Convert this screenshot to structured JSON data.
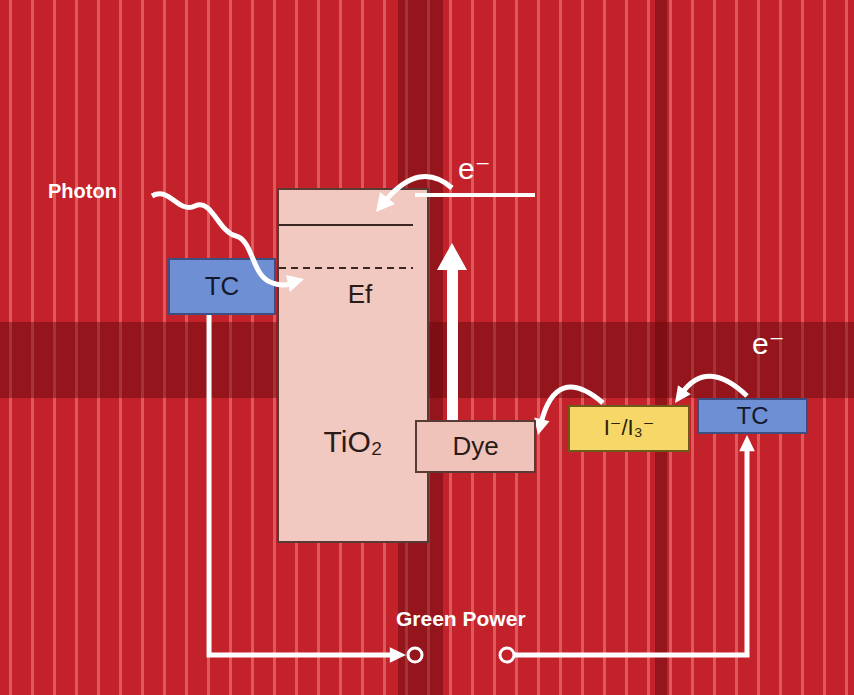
{
  "diagram": {
    "nodes": [
      {
        "text": [
          "TC"
        ]
      },
      {
        "text": [
          "Ef",
          "TiO₂"
        ]
      },
      {
        "text": [
          "Dye"
        ]
      },
      {
        "text": [
          "I⁻/I₃⁻"
        ]
      },
      {
        "text": [
          "TC"
        ]
      }
    ],
    "edges": [
      {
        "from": 3,
        "to": 2,
        "arrow": "to"
      },
      {
        "from": 4,
        "to": 3,
        "arrow": "to"
      },
      {
        "from": 0,
        "to": 4,
        "arrow": "to",
        "label": "Green Power"
      }
    ],
    "labels": [
      "Photon",
      "e⁻",
      "e⁻"
    ]
  }
}
